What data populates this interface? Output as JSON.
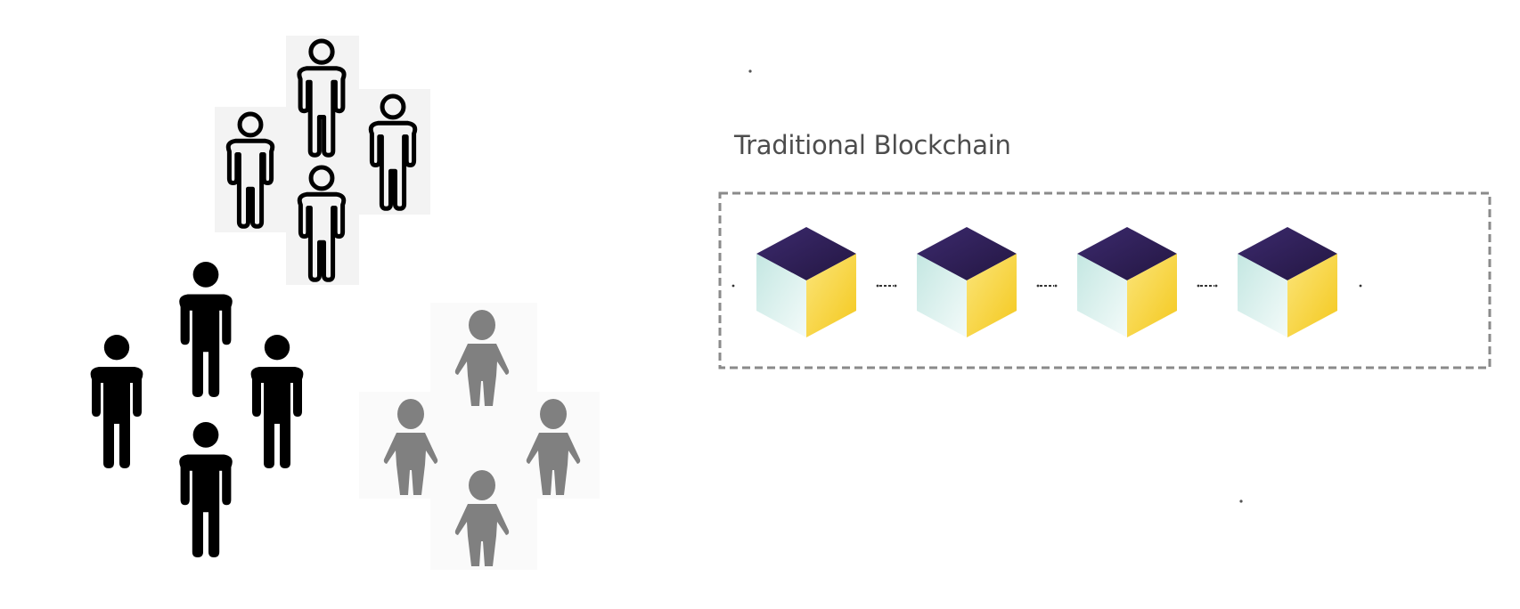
{
  "diagram": {
    "title": "Traditional Blockchain",
    "colors": {
      "outline_person": "#000000",
      "solid_person": "#000000",
      "gray_person": "#808080",
      "cube_top": "#2d1e52",
      "cube_left": "#d6ede9",
      "cube_right": "#f6d02a",
      "frame_border": "#8a8a8a"
    },
    "groups": [
      {
        "name": "outline-people",
        "style": "outline",
        "count": 4
      },
      {
        "name": "solid-people",
        "style": "solid",
        "count": 4
      },
      {
        "name": "gray-people",
        "style": "gray",
        "count": 4
      }
    ],
    "blockchain": {
      "blocks": 4
    }
  }
}
